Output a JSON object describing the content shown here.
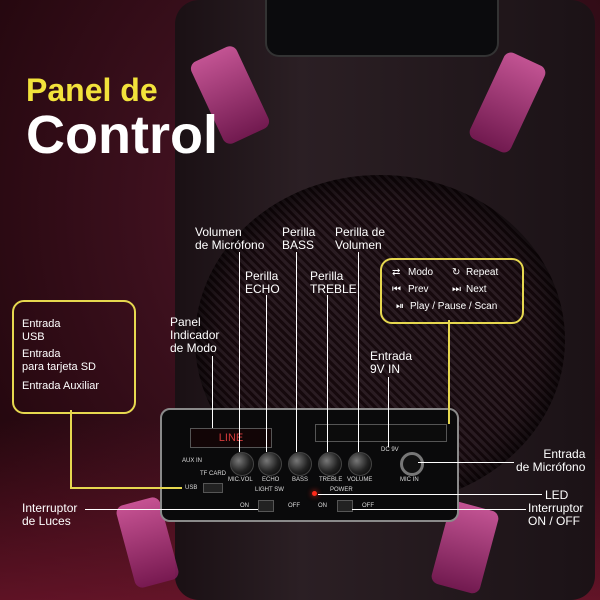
{
  "title": {
    "line1": "Panel de",
    "line2": "Control"
  },
  "callouts": {
    "volumen_microfono": "Volumen\nde Micrófono",
    "perilla_bass": "Perilla\nBASS",
    "perilla_volumen": "Perilla de\nVolumen",
    "perilla_echo": "Perilla\nECHO",
    "perilla_treble": "Perilla\nTREBLE",
    "panel_indicador": "Panel\nIndicador\nde Modo",
    "entrada_9v": "Entrada\n9V IN",
    "entrada_microfono": "Entrada\nde Micrófono",
    "led": "LED",
    "interruptor_luces": "Interruptor\nde Luces",
    "interruptor_onoff": "Interruptor\nON / OFF"
  },
  "inputs_box": {
    "usb": "Entrada\nUSB",
    "sd": "Entrada\npara tarjeta SD",
    "aux": "Entrada Auxiliar"
  },
  "legend": {
    "modo": "Modo",
    "repeat": "Repeat",
    "prev": "Prev",
    "next": "Next",
    "play": "Play / Pause / Scan"
  },
  "panel_labels": {
    "mic_vol": "MIC.VOL",
    "echo": "ECHO",
    "bass": "BASS",
    "treble": "TREBLE",
    "volume": "VOLUME",
    "light_sw": "LIGHT SW",
    "power": "POWER",
    "on1": "ON",
    "off1": "OFF",
    "on2": "ON",
    "off2": "OFF",
    "aux_in": "AUX IN",
    "tf_card": "TF CARD",
    "usb": "USB",
    "mic_in": "MIC IN",
    "dc": "DC 9V",
    "lcd": "LINE"
  },
  "colors": {
    "accent_yellow": "#f2e23b",
    "led_red": "#ff2a1a",
    "neon_pink": "#d45aa0"
  }
}
